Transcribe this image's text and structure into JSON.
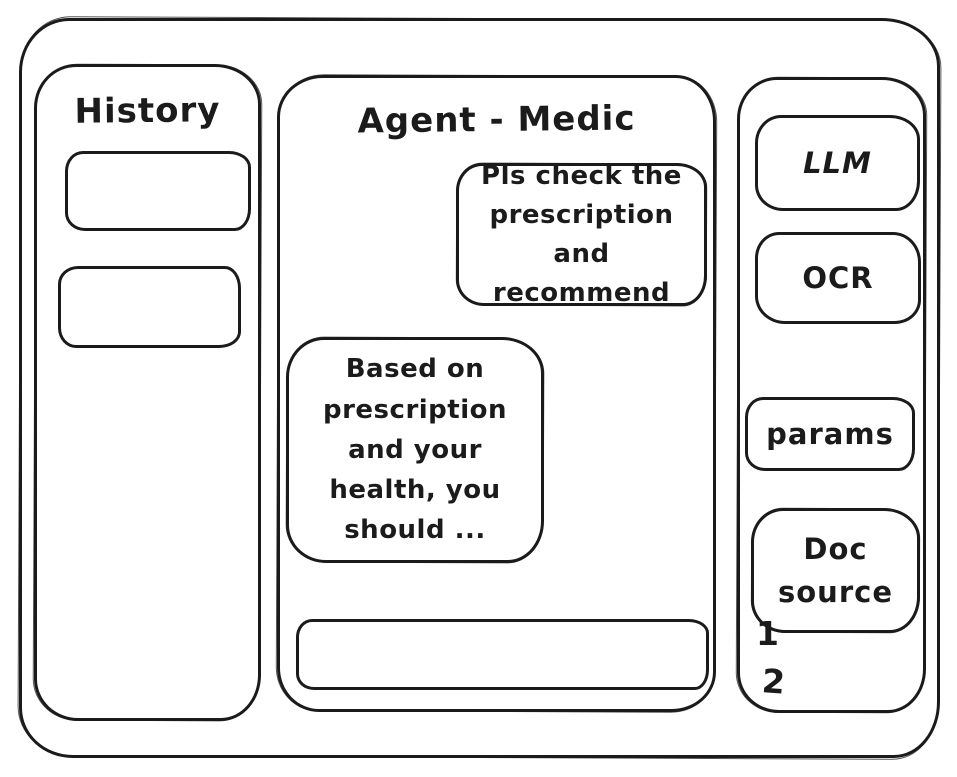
{
  "app": {
    "title": "Agent - Medic",
    "style": "hand-drawn wireframe"
  },
  "colors": {
    "stroke": "#1b1b1b",
    "background": "#ffffff"
  },
  "sidebar_left": {
    "title": "History",
    "items": [
      {
        "label": ""
      },
      {
        "label": ""
      }
    ]
  },
  "chat": {
    "title": "Agent - Medic",
    "messages": [
      {
        "role": "user",
        "text": "Pls check the prescription and recommend"
      },
      {
        "role": "agent",
        "text": "Based on prescription and your health, you should ..."
      }
    ],
    "input_value": "",
    "input_placeholder": ""
  },
  "sidebar_right": {
    "buttons": [
      {
        "label": "LLM"
      },
      {
        "label": "OCR"
      },
      {
        "label": "params"
      },
      {
        "label": "Doc source"
      }
    ],
    "doc_source_items": [
      "1",
      "2"
    ]
  }
}
